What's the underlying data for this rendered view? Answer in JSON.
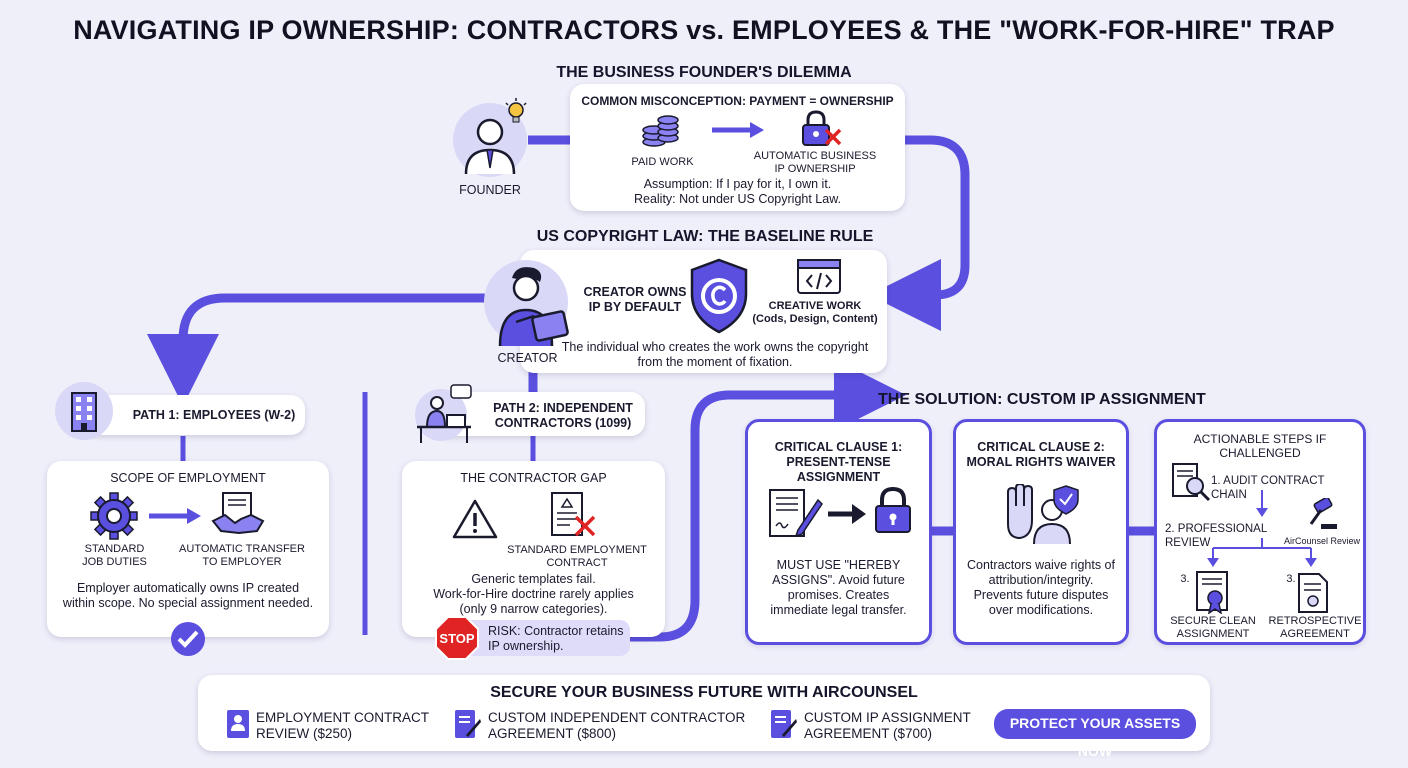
{
  "title": "NAVIGATING IP OWNERSHIP: CONTRACTORS vs. EMPLOYEES & THE \"WORK-FOR-HIRE\" TRAP",
  "dilemma": {
    "heading": "THE BUSINESS FOUNDER'S DILEMMA",
    "founder_label": "FOUNDER",
    "card_title": "COMMON MISCONCEPTION: PAYMENT = OWNERSHIP",
    "paid_work": "PAID WORK",
    "auto_ownership_1": "AUTOMATIC BUSINESS",
    "auto_ownership_2": "IP OWNERSHIP",
    "assumption": "Assumption: If I pay for it, I own it.",
    "reality": "Reality: Not under US Copyright Law."
  },
  "baseline": {
    "heading": "US COPYRIGHT LAW: THE BASELINE RULE",
    "creator_label": "CREATOR",
    "owns_1": "CREATOR OWNS",
    "owns_2": "IP BY DEFAULT",
    "creative_1": "CREATIVE WORK",
    "creative_2": "(Cods, Design, Content)",
    "desc_1": "The individual who creates the work owns the copyright",
    "desc_2": "from the moment of fixation."
  },
  "path1": {
    "label": "PATH 1: EMPLOYEES (W-2)",
    "card_title": "SCOPE OF EMPLOYMENT",
    "duties_1": "STANDARD",
    "duties_2": "JOB DUTIES",
    "transfer_1": "AUTOMATIC TRANSFER",
    "transfer_2": "TO EMPLOYER",
    "desc_1": "Employer automatically owns IP created",
    "desc_2": "within scope. No special assignment needed."
  },
  "path2": {
    "label_1": "PATH 2: INDEPENDENT",
    "label_2": "CONTRACTORS (1099)",
    "card_title": "THE CONTRACTOR GAP",
    "std_contract_1": "STANDARD EMPLOYMENT",
    "std_contract_2": "CONTRACT",
    "desc_1": "Generic templates fail.",
    "desc_2": "Work-for-Hire doctrine rarely applies",
    "desc_3": "(only 9 narrow categories).",
    "stop": "STOP",
    "risk_1": "RISK: Contractor retains",
    "risk_2": "IP ownership."
  },
  "solution": {
    "heading": "THE SOLUTION: CUSTOM IP ASSIGNMENT",
    "clause1_1": "CRITICAL CLAUSE 1:",
    "clause1_2": "PRESENT-TENSE ASSIGNMENT",
    "clause1_d1": "MUST USE \"HEREBY",
    "clause1_d2": "ASSIGNS\". Avoid future",
    "clause1_d3": "promises. Creates",
    "clause1_d4": "immediate legal transfer.",
    "clause2_1": "CRITICAL CLAUSE 2:",
    "clause2_2": "MORAL RIGHTS WAIVER",
    "clause2_d1": "Contractors waive rights of",
    "clause2_d2": "attribution/integrity.",
    "clause2_d3": "Prevents future disputes",
    "clause2_d4": "over modifications.",
    "steps_1": "ACTIONABLE STEPS IF",
    "steps_2": "CHALLENGED",
    "step1": "1. AUDIT CONTRACT CHAIN",
    "step2": "2. PROFESSIONAL REVIEW",
    "aircounsel_review": "AirCounsel Review",
    "step3a_num": "3.",
    "step3a_1": "SECURE CLEAN",
    "step3a_2": "ASSIGNMENT",
    "step3b_num": "3.",
    "step3b_1": "RETROSPECTIVE",
    "step3b_2": "AGREEMENT"
  },
  "footer": {
    "heading": "SECURE YOUR BUSINESS FUTURE WITH AIRCOUNSEL",
    "item1_1": "EMPLOYMENT CONTRACT",
    "item1_2": "REVIEW ($250)",
    "item2_1": "CUSTOM INDEPENDENT CONTRACTOR",
    "item2_2": "AGREEMENT ($800)",
    "item3_1": "CUSTOM IP ASSIGNMENT",
    "item3_2": "AGREEMENT ($700)",
    "cta": "PROTECT YOUR ASSETS NOW"
  },
  "colors": {
    "accent": "#5b4fe0",
    "background": "#efeffa",
    "danger": "#e02424",
    "text": "#1a1a2e"
  }
}
